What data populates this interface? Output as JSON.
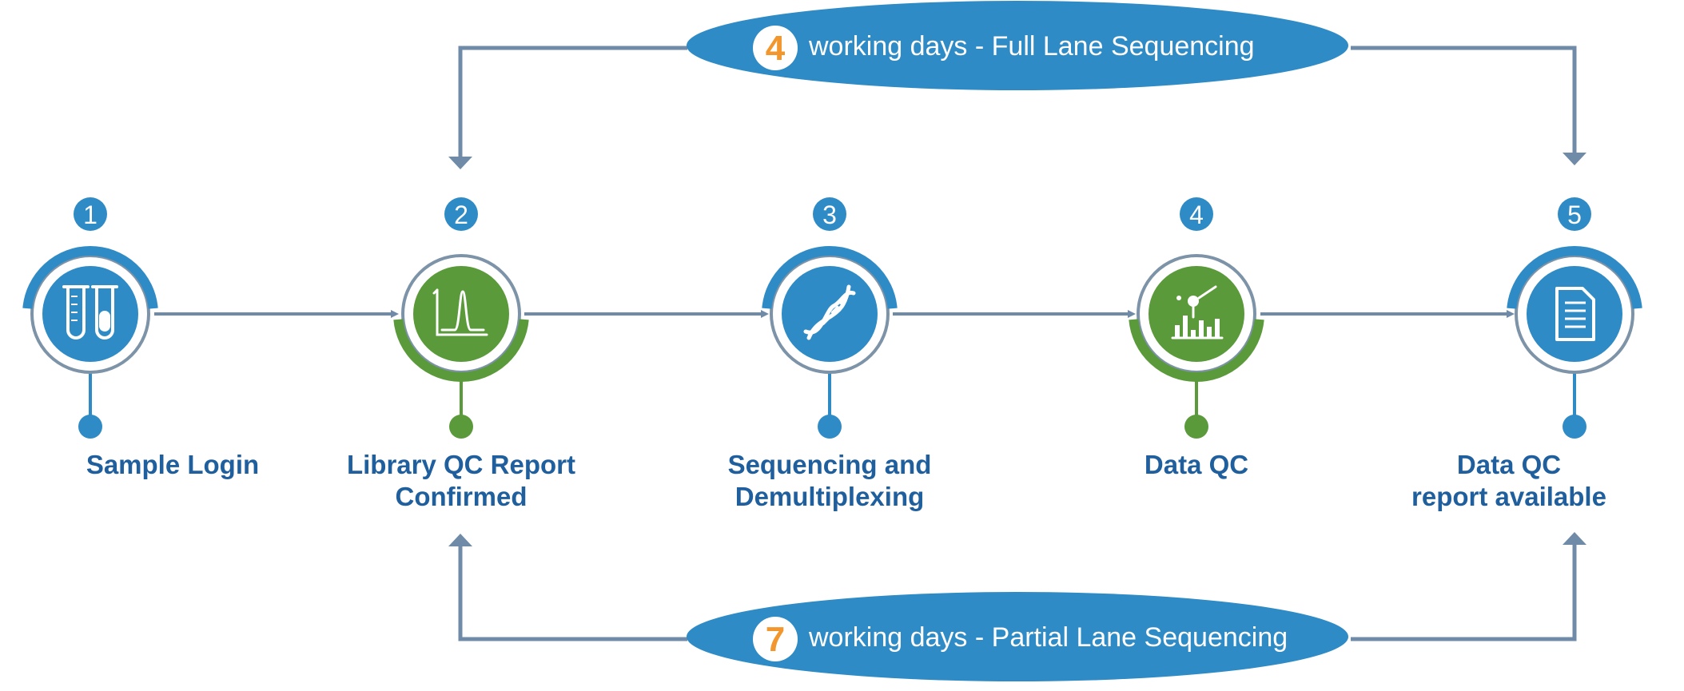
{
  "colors": {
    "blue": "#2e8bc6",
    "dark_blue": "#1f5f9e",
    "green": "#5a9a3a",
    "gray_arrow": "#6f8ba8",
    "ring_gray": "#7d93a8",
    "orange": "#f2962e"
  },
  "banners": {
    "full": {
      "days": "4",
      "text": "working days - Full Lane Sequencing"
    },
    "partial": {
      "days": "7",
      "text": "working days - Partial Lane Sequencing"
    }
  },
  "steps": [
    {
      "number": "1",
      "icon": "test-tubes-icon",
      "accent": "blue",
      "label_lines": [
        "Sample Login"
      ]
    },
    {
      "number": "2",
      "icon": "peak-chart-icon",
      "accent": "green",
      "label_lines": [
        "Library QC Report",
        "Confirmed"
      ]
    },
    {
      "number": "3",
      "icon": "dna-icon",
      "accent": "blue",
      "label_lines": [
        "Sequencing and",
        "Demultiplexing"
      ]
    },
    {
      "number": "4",
      "icon": "data-chart-icon",
      "accent": "green",
      "label_lines": [
        "Data QC"
      ]
    },
    {
      "number": "5",
      "icon": "document-icon",
      "accent": "blue",
      "label_lines": [
        "Data QC",
        "report available"
      ]
    }
  ]
}
